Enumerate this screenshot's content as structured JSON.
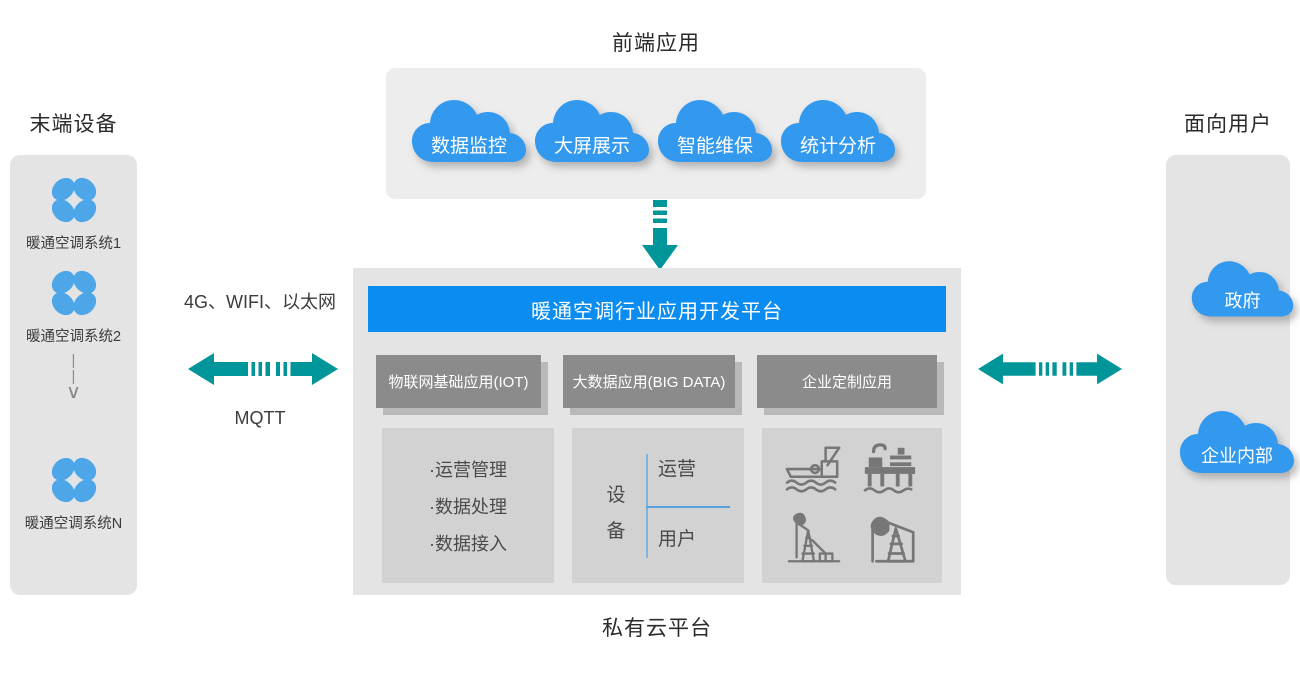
{
  "colors": {
    "cloud_blue": "#3399ee",
    "platform_blue": "#0a8cf0",
    "arrow_teal": "#009699",
    "fan_blue": "#4ca6e8",
    "panel_gray": "#e4e4e4",
    "app_box_gray": "#8b8b8b",
    "sub_panel_gray": "#d2d2d2"
  },
  "left_column": {
    "title": "末端设备",
    "devices": [
      {
        "label": "暖通空调系统1",
        "icon": "fan-icon"
      },
      {
        "label": "暖通空调系统2",
        "icon": "fan-icon"
      },
      {
        "label": "暖通空调系统N",
        "icon": "fan-icon"
      }
    ],
    "ellipsis": "⌄"
  },
  "right_column": {
    "title": "面向用户",
    "clouds": [
      {
        "label": "政府",
        "icon": "cloud-icon"
      },
      {
        "label": "企业内部",
        "icon": "cloud-icon"
      }
    ]
  },
  "frontend": {
    "title": "前端应用",
    "apps": [
      {
        "label": "数据监控",
        "icon": "cloud-icon"
      },
      {
        "label": "大屏展示",
        "icon": "cloud-icon"
      },
      {
        "label": "智能维保",
        "icon": "cloud-icon"
      },
      {
        "label": "统计分析",
        "icon": "cloud-icon"
      }
    ]
  },
  "platform": {
    "header": "暖通空调行业应用开发平台",
    "app_boxes": [
      {
        "label": "物联网基础应用(IOT)"
      },
      {
        "label": "大数据应用(BIG DATA)"
      },
      {
        "label": "企业定制应用"
      }
    ],
    "panel_left": {
      "items": [
        "·运营管理",
        "·数据处理",
        "·数据接入"
      ]
    },
    "panel_middle": {
      "left_label": "设备",
      "top_label": "运营",
      "bottom_label": "用户"
    },
    "panel_right": {
      "icons": [
        {
          "name": "crane-ship-icon"
        },
        {
          "name": "offshore-platform-icon"
        },
        {
          "name": "oil-pumpjack-small-icon"
        },
        {
          "name": "oil-pumpjack-large-icon"
        }
      ]
    },
    "caption": "私有云平台"
  },
  "connectors": {
    "left_top_label": "4G、WIFI、以太网",
    "left_bottom_label": "MQTT",
    "left_arrow": "bidirectional-arrow-icon",
    "right_arrow": "bidirectional-arrow-icon",
    "down_arrow": "down-arrow-icon"
  }
}
